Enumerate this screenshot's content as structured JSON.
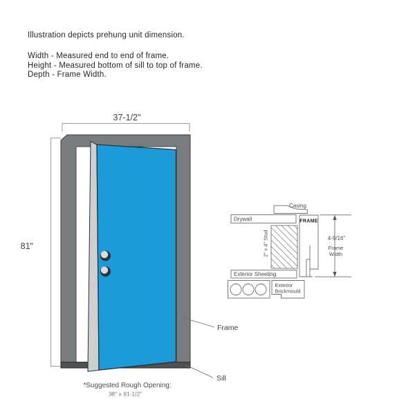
{
  "notes": {
    "intro": "Illustration depicts prehung unit dimension.",
    "width_def": "Width - Measured end to end of frame.",
    "height_def": "Height - Measured bottom of sill to top of frame.",
    "depth_def": "Depth - Frame Width."
  },
  "door": {
    "width_dim": "37-1/2\"",
    "height_dim": "81\"",
    "frame_label": "Frame",
    "sill_label": "Sill",
    "rough_opening_title": "*Suggested Rough Opening:",
    "rough_opening_value": "38\" x 81-1/2\""
  },
  "cross_section": {
    "casing_label": "Casing",
    "drywall_label": "Drywall",
    "frame_label": "FRAME",
    "stud_label": "2\" x 4\" Stud",
    "sheeting_label": "Exterior Sheeting",
    "brickmould_line1": "Exterior",
    "brickmould_line2": "Brickmould",
    "frame_width_value": "4-9/16\"",
    "frame_width_word1": "Frame",
    "frame_width_word2": "Width"
  },
  "colors": {
    "door_blue": "#1d9bd8",
    "frame_gray": "#7a7d80",
    "sill_gray": "#4f5254",
    "door_edge_gray": "#cdcfd0"
  }
}
